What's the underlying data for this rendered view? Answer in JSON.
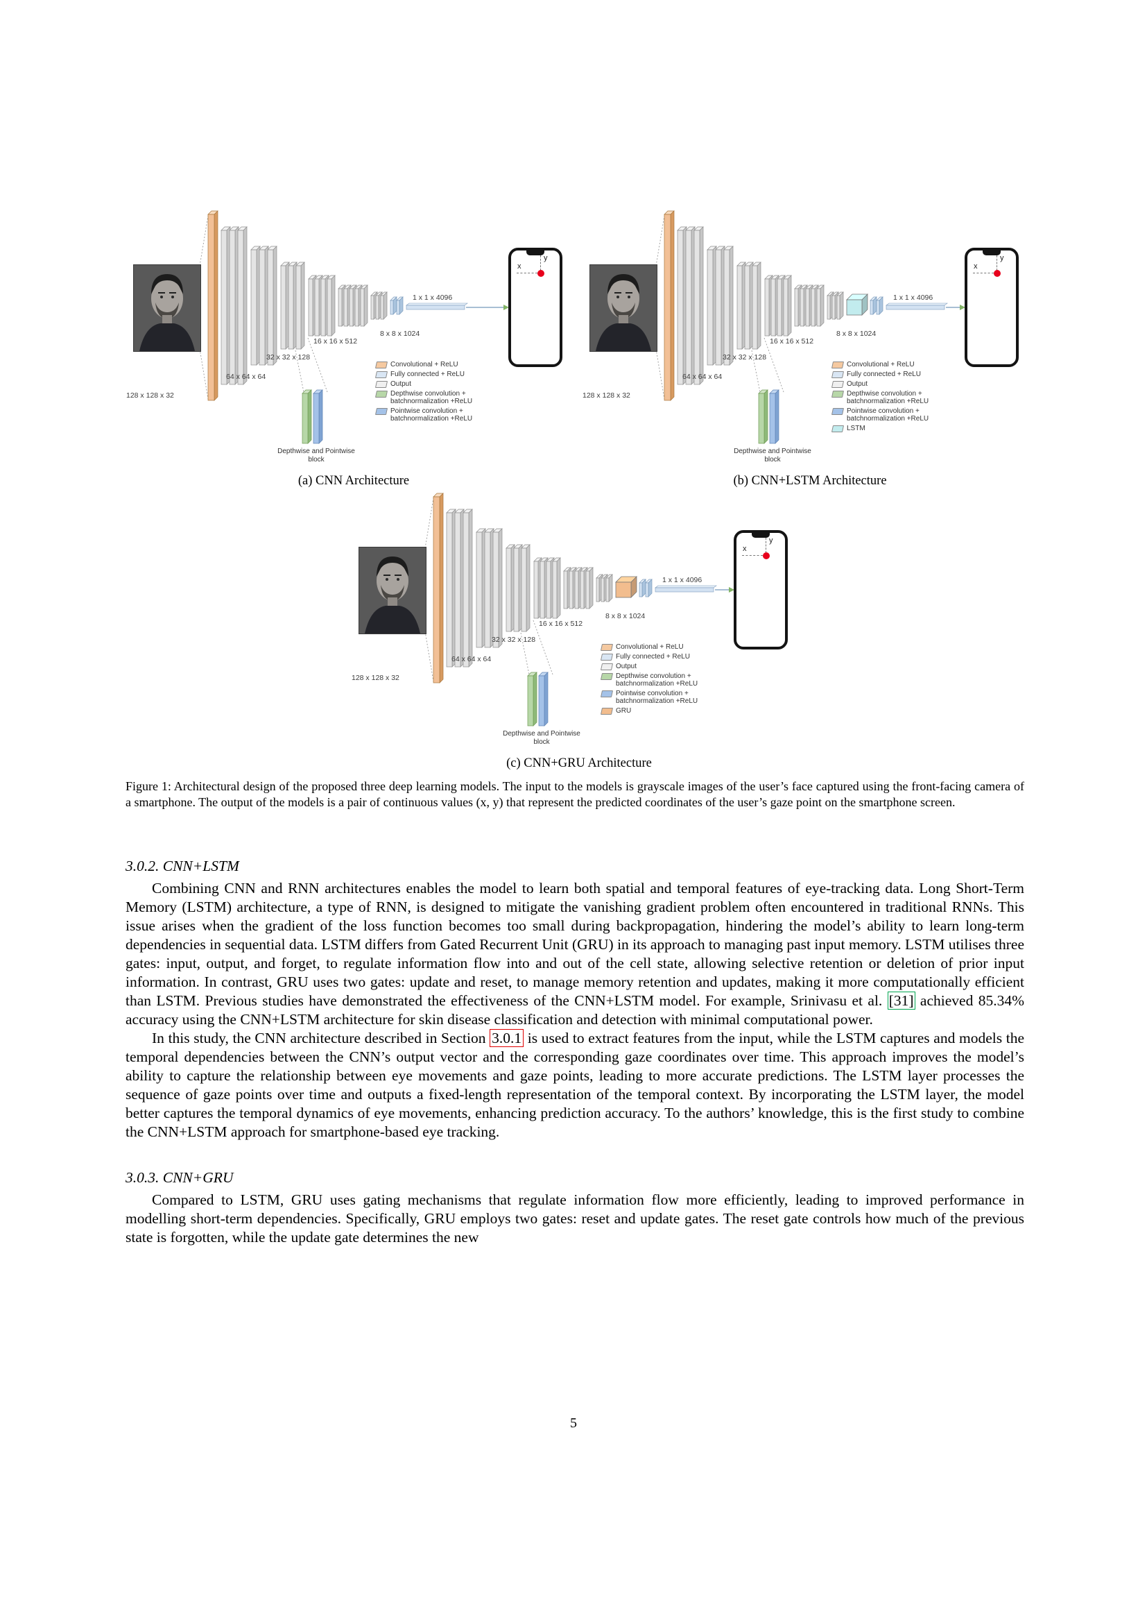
{
  "page_number": "5",
  "figure": {
    "caption": "Figure 1: Architectural design of the proposed three deep learning models. The input to the models is grayscale images of the user’s face captured using the front-facing camera of a smartphone. The output of the models is a pair of continuous values (x, y) that represent the predicted coordinates of the user’s gaze point on the smartphone screen.",
    "diagrams": [
      {
        "subcaption": "(a) CNN Architecture",
        "dims": [
          "128 x 128 x 32",
          "64 x 64 x 64",
          "32 x 32 x 128",
          "16 x 16 x 512",
          "8 x 8 x 1024",
          "1 x 1 x 4096"
        ],
        "block_label": "Depthwise and Pointwise block",
        "phone": {
          "x_label": "x",
          "y_label": "y",
          "dot_color": "#e8001c"
        },
        "legend": [
          {
            "label": "Convolutional + ReLU",
            "color": "#f5c9a0"
          },
          {
            "label": "Fully connected + ReLU",
            "color": "#d9e6f4"
          },
          {
            "label": "Output",
            "color": "#f0f0f0"
          },
          {
            "label": "Depthwise convolution + batchnormalization +ReLU",
            "color": "#b7d7a8"
          },
          {
            "label": "Pointwise convolution + batchnormalization +ReLU",
            "color": "#a4c2e8"
          }
        ]
      },
      {
        "subcaption": "(b) CNN+LSTM Architecture",
        "dims": [
          "128 x 128 x 32",
          "64 x 64 x 64",
          "32 x 32 x 128",
          "16 x 16 x 512",
          "8 x 8 x 1024",
          "1 x 1 x 4096"
        ],
        "block_label": "Depthwise and Pointwise block",
        "cube_color": "#c2ecee",
        "phone": {
          "x_label": "x",
          "y_label": "y",
          "dot_color": "#e8001c"
        },
        "legend": [
          {
            "label": "Convolutional + ReLU",
            "color": "#f5c9a0"
          },
          {
            "label": "Fully connected + ReLU",
            "color": "#d9e6f4"
          },
          {
            "label": "Output",
            "color": "#f0f0f0"
          },
          {
            "label": "Depthwise convolution + batchnormalization +ReLU",
            "color": "#b7d7a8"
          },
          {
            "label": "Pointwise convolution + batchnormalization +ReLU",
            "color": "#a4c2e8"
          },
          {
            "label": "LSTM",
            "color": "#c2ecee"
          }
        ]
      },
      {
        "subcaption": "(c) CNN+GRU Architecture",
        "dims": [
          "128 x 128 x 32",
          "64 x 64 x 64",
          "32 x 32 x 128",
          "16 x 16 x 512",
          "8 x 8 x 1024",
          "1 x 1 x 4096"
        ],
        "block_label": "Depthwise and Pointwise block",
        "cube_color": "#f2bd8e",
        "phone": {
          "x_label": "x",
          "y_label": "y",
          "dot_color": "#e8001c"
        },
        "legend": [
          {
            "label": "Convolutional + ReLU",
            "color": "#f5c9a0"
          },
          {
            "label": "Fully connected + ReLU",
            "color": "#d9e6f4"
          },
          {
            "label": "Output",
            "color": "#f0f0f0"
          },
          {
            "label": "Depthwise convolution + batchnormalization +ReLU",
            "color": "#b7d7a8"
          },
          {
            "label": "Pointwise convolution + batchnormalization +ReLU",
            "color": "#a4c2e8"
          },
          {
            "label": "GRU",
            "color": "#f2bd8e"
          }
        ]
      }
    ]
  },
  "sections": [
    {
      "heading": "3.0.2. CNN+LSTM",
      "p1_pre": "Combining CNN and RNN architectures enables the model to learn both spatial and temporal features of eye-tracking data. Long Short-Term Memory (LSTM) architecture, a type of RNN, is designed to mitigate the vanishing gradient problem often encountered in traditional RNNs. This issue arises when the gradient of the loss function becomes too small during backpropagation, hindering the model’s ability to learn long-term dependencies in sequential data. LSTM differs from Gated Recurrent Unit (GRU) in its approach to managing past input memory. LSTM utilises three gates: input, output, and forget, to regulate information flow into and out of the cell state, allowing selective retention or deletion of prior input information. In contrast, GRU uses two gates: update and reset, to manage memory retention and updates, making it more computationally efficient than LSTM. Previous studies have demonstrated the effectiveness of the CNN+LSTM model. For example, Srinivasu et al. ",
      "p1_cite": "[31]",
      "p1_post": " achieved 85.34% accuracy using the CNN+LSTM architecture for skin disease classification and detection with minimal computational power.",
      "p2_pre": "In this study, the CNN architecture described in Section ",
      "p2_ref": "3.0.1",
      "p2_post": " is used to extract features from the input, while the LSTM captures and models the temporal dependencies between the CNN’s output vector and the corresponding gaze coordinates over time. This approach improves the model’s ability to capture the relationship between eye movements and gaze points, leading to more accurate predictions. The LSTM layer processes the sequence of gaze points over time and outputs a fixed-length representation of the temporal context. By incorporating the LSTM layer, the model better captures the temporal dynamics of eye movements, enhancing prediction accuracy. To the authors’ knowledge, this is the first study to combine the CNN+LSTM approach for smartphone-based eye tracking."
    },
    {
      "heading": "3.0.3. CNN+GRU",
      "p1": "Compared to LSTM, GRU uses gating mechanisms that regulate information flow more efficiently, leading to improved performance in modelling short-term dependencies. Specifically, GRU employs two gates: reset and update gates. The reset gate controls how much of the previous state is forgotten, while the update gate determines the new"
    }
  ]
}
